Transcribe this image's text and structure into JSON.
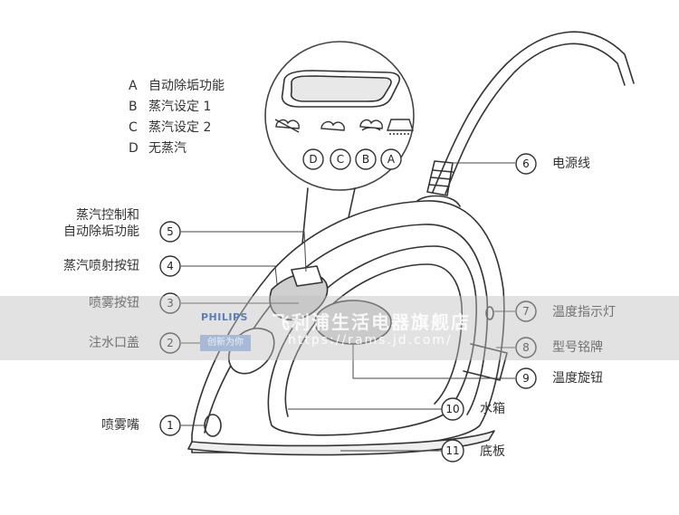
{
  "legend": [
    {
      "key": "A",
      "text": "自动除垢功能"
    },
    {
      "key": "B",
      "text": "蒸汽设定 1"
    },
    {
      "key": "C",
      "text": "蒸汽设定 2"
    },
    {
      "key": "D",
      "text": "无蒸汽"
    }
  ],
  "dial_letters": [
    "D",
    "C",
    "B",
    "A"
  ],
  "callouts": [
    {
      "num": "1",
      "label": "喷雾嘴"
    },
    {
      "num": "2",
      "label": "注水口盖"
    },
    {
      "num": "3",
      "label": "喷雾按钮"
    },
    {
      "num": "4",
      "label": "蒸汽喷射按钮"
    },
    {
      "num": "5",
      "label": "蒸汽控制和\n自动除垢功能"
    },
    {
      "num": "6",
      "label": "电源线"
    },
    {
      "num": "7",
      "label": "温度指示灯"
    },
    {
      "num": "8",
      "label": "型号铭牌"
    },
    {
      "num": "9",
      "label": "温度旋钮"
    },
    {
      "num": "10",
      "label": "水箱"
    },
    {
      "num": "11",
      "label": "底板"
    }
  ],
  "watermark": {
    "logo": "PHILIPS",
    "sub": "创新为你",
    "text": "飞利浦生活电器旗舰店",
    "url": "https://rams.jd.com/"
  },
  "colors": {
    "line": "#333333",
    "band": "#bebebe",
    "logo": "#5a7fb8"
  }
}
